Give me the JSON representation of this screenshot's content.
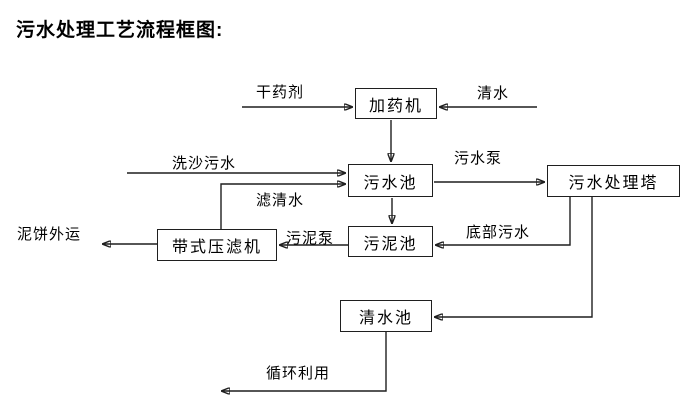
{
  "title": "污水处理工艺流程框图:",
  "colors": {
    "line": "#1f1f1f",
    "box_border": "#1f1f1f",
    "box_fill": "#ffffff",
    "text": "#000000",
    "background": "#ffffff"
  },
  "diagram": {
    "nodes": {
      "dosing_machine": "加药机",
      "sewage_pool": "污水池",
      "treatment_tower": "污水处理塔",
      "sludge_pool": "污泥池",
      "belt_filter_press": "带式压滤机",
      "clean_water_pool": "清水池"
    },
    "labels": {
      "dry_agent": "干药剂",
      "clean_water": "清水",
      "sand_washing_sewage": "洗沙污水",
      "filtered_water": "滤清水",
      "sewage_pump": "污水泵",
      "bottom_sewage": "底部污水",
      "sludge_pump": "污泥泵",
      "mud_cake_out": "泥饼外运",
      "recycle_use": "循环利用"
    },
    "edges": [
      {
        "from": "external_input",
        "to": "dosing_machine",
        "label": "干药剂"
      },
      {
        "from": "external_input",
        "to": "dosing_machine",
        "label": "清水"
      },
      {
        "from": "dosing_machine",
        "to": "sewage_pool",
        "label": ""
      },
      {
        "from": "external_input",
        "to": "sewage_pool",
        "label": "洗沙污水"
      },
      {
        "from": "belt_filter_press",
        "to": "sewage_pool",
        "label": "滤清水"
      },
      {
        "from": "sewage_pool",
        "to": "treatment_tower",
        "label": "污水泵"
      },
      {
        "from": "sewage_pool",
        "to": "sludge_pool",
        "label": ""
      },
      {
        "from": "treatment_tower",
        "to": "sludge_pool",
        "label": "底部污水"
      },
      {
        "from": "sludge_pool",
        "to": "belt_filter_press",
        "label": "污泥泵"
      },
      {
        "from": "belt_filter_press",
        "to": "external_output",
        "label": "泥饼外运"
      },
      {
        "from": "treatment_tower",
        "to": "clean_water_pool",
        "label": ""
      },
      {
        "from": "clean_water_pool",
        "to": "external_output",
        "label": "循环利用"
      }
    ]
  }
}
